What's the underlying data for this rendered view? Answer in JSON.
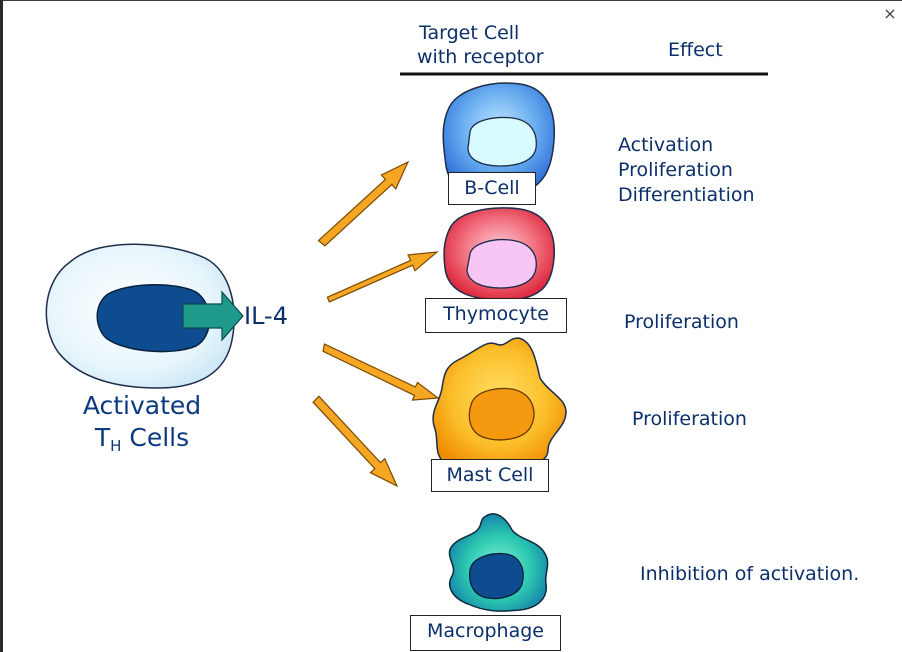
{
  "header": {
    "target_cell_line1": "Target Cell",
    "target_cell_line2": "with receptor",
    "effect": "Effect"
  },
  "source": {
    "title_line1": "Activated",
    "title_line2_main": "T",
    "title_line2_sub": "H",
    "title_line2_rest": " Cells",
    "cytokine": "IL-4"
  },
  "targets": [
    {
      "label": "B-Cell",
      "effects": [
        "Activation",
        "Proliferation",
        "Differentiation"
      ]
    },
    {
      "label": "Thymocyte",
      "effects": [
        "Proliferation"
      ]
    },
    {
      "label": "Mast Cell",
      "effects": [
        "Proliferation"
      ]
    },
    {
      "label": "Macrophage",
      "effects": [
        "Inhibition of activation."
      ]
    }
  ],
  "window": {
    "close_glyph": "×"
  },
  "colors": {
    "arrow": "#f5a623",
    "il4_arrow": "#1f9a8a",
    "th_cell": "#e4f4fb",
    "th_nucleus": "#0d4d8f",
    "b_cell": "#3f86e0",
    "thymocyte": "#e83a4a",
    "mast_cell": "#f5a800",
    "macrophage": "#1fb3a0"
  }
}
